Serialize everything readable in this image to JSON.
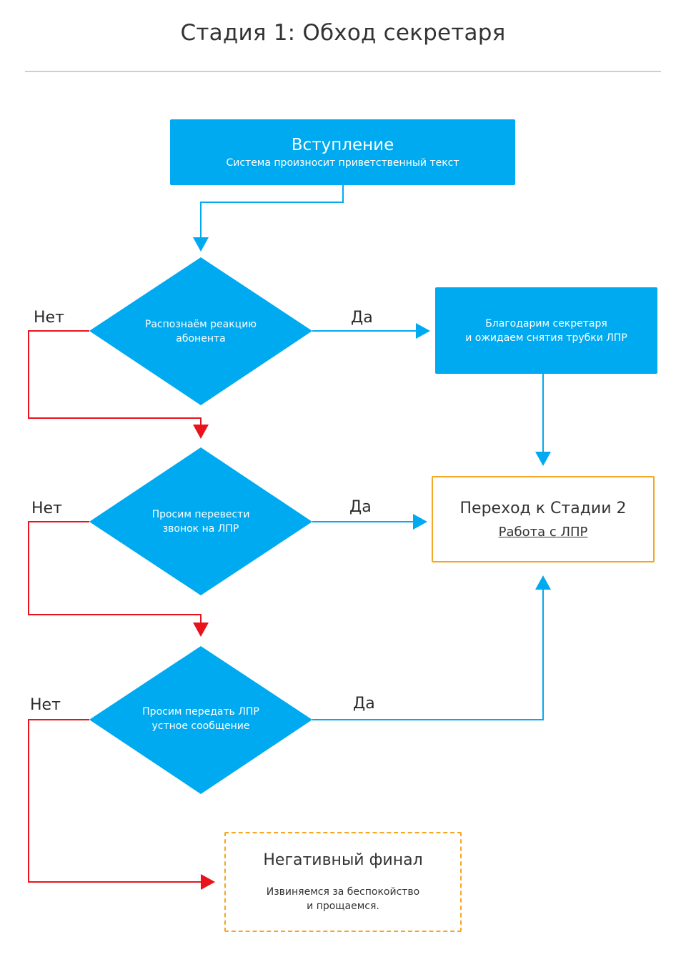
{
  "title": "Стадия 1: Обход секретаря",
  "colors": {
    "blue": "#00aaf0",
    "red": "#e8131b",
    "orange": "#f5a623",
    "rule": "#cfcfcf"
  },
  "nodes": {
    "intro": {
      "title": "Вступление",
      "subtitle": "Система произносит приветственный текст"
    },
    "decision1": {
      "line1": "Распознаём реакцию",
      "line2": "абонента"
    },
    "thanks": {
      "line1": "Благодарим секретаря",
      "line2": "и ожидаем снятия трубки ЛПР"
    },
    "decision2": {
      "line1": "Просим перевести",
      "line2": "звонок на ЛПР"
    },
    "stage2": {
      "title": "Переход к Стадии 2",
      "link": "Работа с ЛПР"
    },
    "decision3": {
      "line1": "Просим передать ЛПР",
      "line2": "устное сообщение"
    },
    "negative": {
      "title": "Негативный финал",
      "line1": "Извиняемся за беспокойство",
      "line2": "и прощаемся."
    }
  },
  "edge_labels": {
    "no1": "Нет",
    "yes1": "Да",
    "no2": "Нет",
    "yes2": "Да",
    "no3": "Нет",
    "yes3": "Да"
  }
}
